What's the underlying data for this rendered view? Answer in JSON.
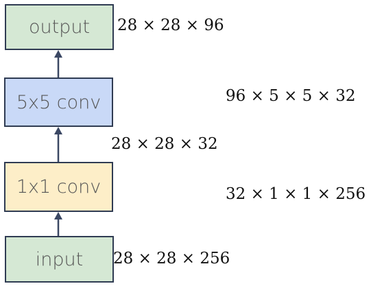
{
  "boxes": {
    "output": "output",
    "conv5": "5x5 conv",
    "conv1": "1x1 conv",
    "input": "input"
  },
  "shapes": {
    "output": "28 × 28 × 96",
    "conv5_weights": "96 × 5 × 5 × 32",
    "intermediate": "28 × 28 × 32",
    "conv1_weights": "32 × 1 × 1 × 256",
    "input": "28 × 28 × 256"
  },
  "colors": {
    "output_fill": "#d5e8d4",
    "conv5_fill": "#c9d9f7",
    "conv1_fill": "#fdeec8",
    "input_fill": "#d5e8d4",
    "arrow": "#3a4763"
  }
}
